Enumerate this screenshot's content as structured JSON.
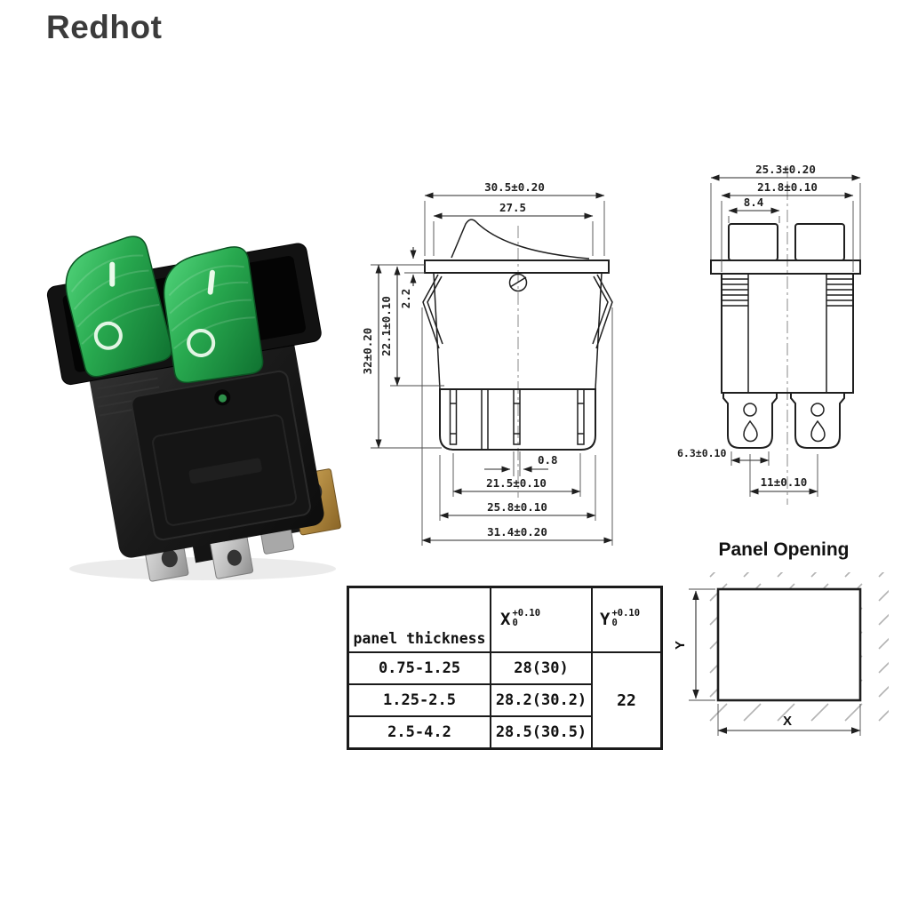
{
  "watermark": "Redhot",
  "product": {
    "on_label": "I",
    "off_label": "O",
    "colors": {
      "rocker_green": "#28a94f",
      "rocker_green_light": "#56d87f",
      "rocker_green_dark": "#0f7130",
      "body_black": "#1a1a1a",
      "terminal_silver": "#d6d6d6",
      "terminal_brass": "#b28d44"
    }
  },
  "front_view": {
    "dim_width_outer": "30.5±0.20",
    "dim_width_inner": "27.5",
    "dim_flange_thickness": "2.2",
    "dim_body_height": "22.1±0.10",
    "dim_total_height": "32±0.20",
    "dim_pin_thickness": "0.8",
    "dim_pin_span": "21.5±0.10",
    "dim_lower_body_width": "25.8±0.10",
    "dim_max_width": "31.4±0.20"
  },
  "side_view": {
    "dim_width_outer": "25.3±0.20",
    "dim_width_inner": "21.8±0.10",
    "dim_rocker_width": "8.4",
    "dim_terminal_width": "6.3±0.10",
    "dim_terminal_pitch": "11±0.10"
  },
  "panel_opening": {
    "title": "Panel Opening",
    "x_label": "X",
    "y_label": "Y"
  },
  "spec_table": {
    "col1_header": "panel thickness",
    "col2_base": "X",
    "col2_sup": "+0.10",
    "col2_sub": "0",
    "col3_base": "Y",
    "col3_sup": "+0.10",
    "col3_sub": "0",
    "rows": [
      {
        "thickness": "0.75-1.25",
        "x": "28(30)"
      },
      {
        "thickness": "1.25-2.5",
        "x": "28.2(30.2)"
      },
      {
        "thickness": "2.5-4.2",
        "x": "28.5(30.5)"
      }
    ],
    "y_value": "22"
  }
}
